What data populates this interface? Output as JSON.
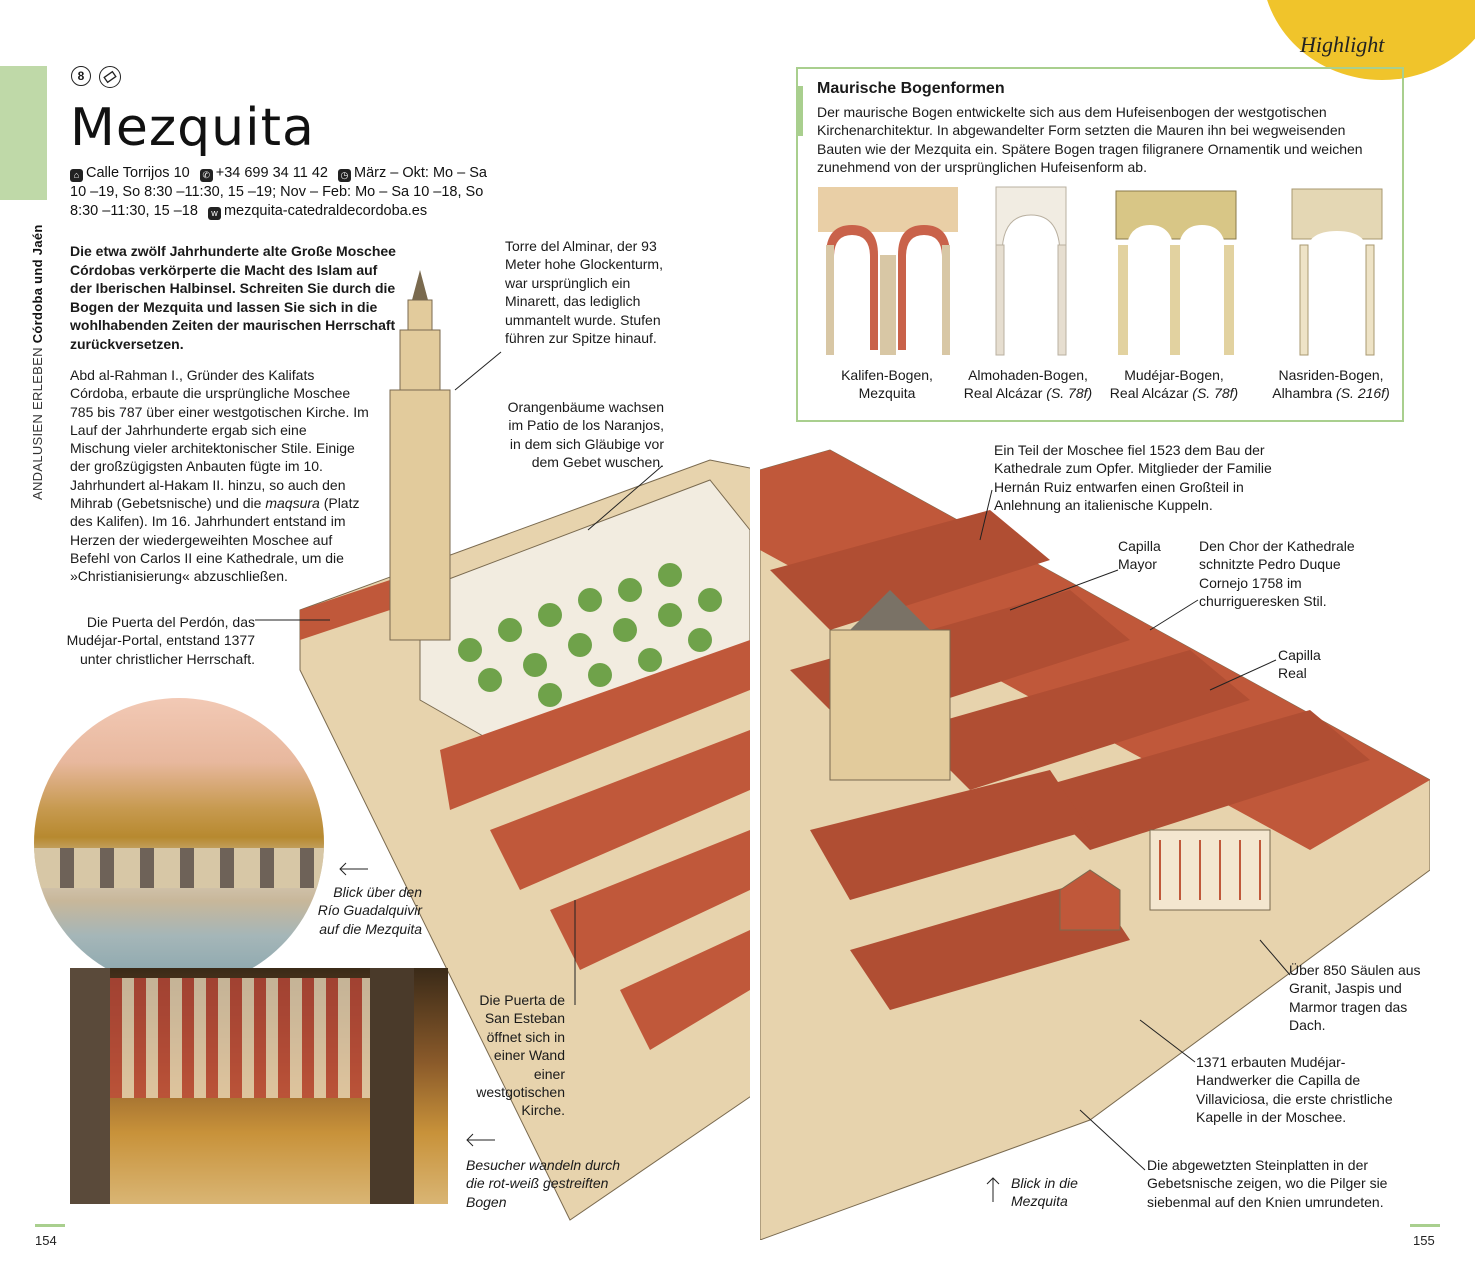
{
  "sidebar": {
    "section": "ANDALUSIEN ERLEBEN",
    "region": "Córdoba und Jaén"
  },
  "badge": {
    "number": "8"
  },
  "title": "Mezquita",
  "info": {
    "address": "Calle Torrijos 10",
    "phone": "+34 699 34 11 42",
    "hours": "März – Okt: Mo – Sa 10 –19, So 8:30 –11:30, 15 –19; Nov – Feb: Mo – Sa 10 –18, So 8:30 –11:30, 15 –18",
    "web": "mezquita-catedraldecordoba.es"
  },
  "intro": "Die etwa zwölf Jahrhunderte alte Große Moschee Córdobas verkörperte die Macht des Islam auf der Iberischen Halbinsel. Schreiten Sie durch die Bogen der Mezquita und lassen Sie sich in die wohlhabenden Zeiten der maurischen Herrschaft zurückversetzen.",
  "body": {
    "p1": "Abd al-Rahman I., Gründer des Kalifats Córdoba, erbaute die ursprüngliche Moschee 785 bis 787 über einer westgotischen Kirche. Im Lauf der Jahrhunderte ergab sich eine Mischung vieler architektonischer Stile. Einige der großzügigsten Anbauten fügte im 10. Jahrhundert al-Hakam II. hinzu, so auch den Mihrab (Gebetsnische) und die",
    "p1_italic": "maqsura",
    "p1_end": "(Platz des Kalifen). Im 16. Jahrhundert entstand im Herzen der wiedergeweihten Moschee auf Befehl von Carlos II eine Kathedrale, um die »Christianisierung« abzuschließen."
  },
  "highlight": "Highlight",
  "box": {
    "title": "Maurische Bogenformen",
    "text": "Der maurische Bogen entwickelte sich aus dem Hufeisenbogen der westgotischen Kirchenarchitektur. In abgewandelter Form setzten die Mauren ihn bei wegweisenden Bauten wie der Mezquita ein. Spätere Bogen tragen filigranere Ornamentik und weichen zunehmend von der ursprünglichen Hufeisenform ab.",
    "arches": [
      {
        "name": "Kalifen-Bogen,",
        "place": "Mezquita",
        "ref": ""
      },
      {
        "name": "Almohaden-Bogen,",
        "place": "Real Alcázar",
        "ref": "(S. 78f)"
      },
      {
        "name": "Mudéjar-Bogen,",
        "place": "Real Alcázar",
        "ref": "(S. 78f)"
      },
      {
        "name": "Nasriden-Bogen,",
        "place": "Alhambra",
        "ref": "(S. 216f)"
      }
    ]
  },
  "captions": {
    "torre": "Torre del Alminar, der 93 Meter hohe Glockenturm, war ursprünglich ein Minarett, das lediglich ummantelt wurde. Stufen führen zur Spitze hinauf.",
    "orangen": "Orangenbäume wachsen im Patio de los Naranjos, in dem sich Gläubige vor dem Gebet wuschen.",
    "perdon": "Die Puerta del Perdón, das Mudéjar-Portal, entstand 1377 unter christlicher Herrschaft.",
    "teil": "Ein Teil der Moschee fiel 1523 dem Bau der Kathedrale zum Opfer. Mitglieder der Familie Hernán Ruiz entwarfen einen Großteil in Anlehnung an italienische Kuppeln.",
    "capilla_mayor": "Capilla Mayor",
    "chor": "Den Chor der Kathedrale schnitzte Pedro Duque Cornejo 1758 im churrigueresken Stil.",
    "capilla_real": "Capilla Real",
    "saeulen": "Über 850 Säulen aus Granit, Jaspis und Marmor tragen das Dach.",
    "villaviciosa": "1371 erbauten Mudéjar-Handwerker die Capilla de Villaviciosa, die erste christliche Kapelle in der Moschee.",
    "steinplatten": "Die abgewetzten Steinplatten in der Gebetsnische zeigen, wo die Pilger sie siebenmal auf den Knien umrundeten.",
    "esteban": "Die Puerta de San Esteban öffnet sich in einer Wand einer westgotischen Kirche.",
    "blick_guadalquivir": "Blick über den Río Guadalquivir auf die Mezquita",
    "besucher": "Besucher wandeln durch die rot-weiß gestreiften Bogen",
    "blick_mezquita": "Blick in die Mezquita"
  },
  "pages": {
    "left": "154",
    "right": "155"
  },
  "colors": {
    "accent_green": "#a9cf8e",
    "highlight_yellow": "#f0c42b",
    "roof_red": "#c0583a"
  }
}
